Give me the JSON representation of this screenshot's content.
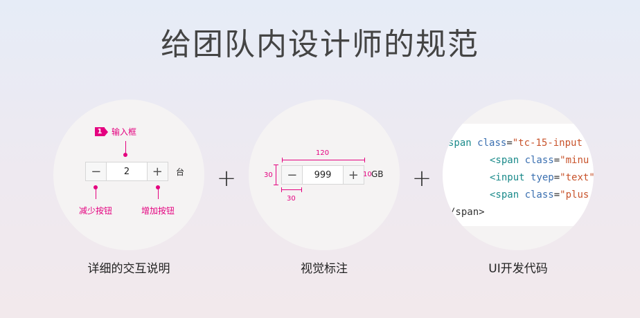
{
  "title": "给团队内设计师的规范",
  "colors": {
    "accent": "#e4007f",
    "background_top": "#e6ecf7",
    "background_bottom": "#f2e9ec"
  },
  "panel1": {
    "caption": "详细的交互说明",
    "badge_number": "1",
    "badge_label": "输入框",
    "stepper": {
      "minus": "−",
      "value": "2",
      "plus": "+"
    },
    "unit": "台",
    "left_label": "减少按钮",
    "right_label": "增加按钮"
  },
  "panel2": {
    "caption": "视觉标注",
    "stepper": {
      "minus": "−",
      "value": "999",
      "plus": "+"
    },
    "unit": "GB",
    "width_label": "120",
    "height_label": "30",
    "button_width_label": "30",
    "gap_label": "10"
  },
  "panel3": {
    "caption": "UI开发代码",
    "lines": [
      {
        "t1": "span ",
        "a1": "class",
        "e1": "=",
        "s1": "\"tc-15-input"
      },
      {
        "t1": "<span ",
        "a1": "class",
        "e1": "=",
        "s1": "\"minu"
      },
      {
        "t1": "<input ",
        "a1": "tyep",
        "e1": "=",
        "s1": "\"text\""
      },
      {
        "t1": "<span ",
        "a1": "class",
        "e1": "=",
        "s1": "\"plus"
      },
      {
        "t1": "/span>",
        "a1": "",
        "e1": "",
        "s1": ""
      }
    ]
  },
  "plus_sign": "+"
}
